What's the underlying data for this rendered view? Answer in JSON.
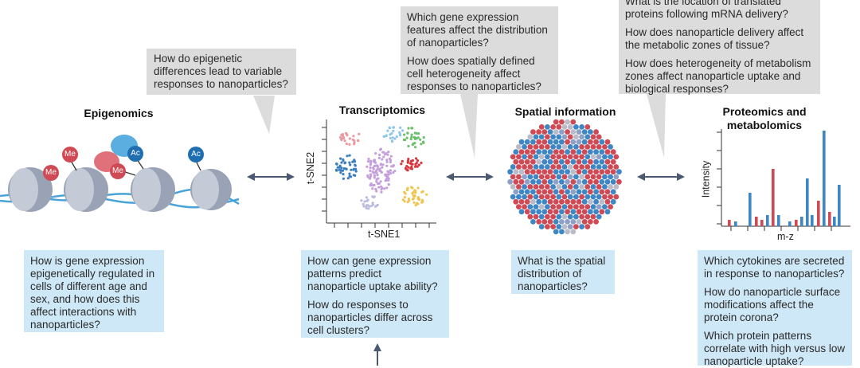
{
  "sections": {
    "epigenomics": {
      "title": "Epigenomics",
      "question": "How do epigenetic differences lead to variable responses to nanoparticles?",
      "answer": "How is gene expression epigenetically regulated in cells of different age and sex, and how does this affect interactions with nanoparticles?",
      "marks": [
        "Me",
        "Me",
        "Me",
        "Ac",
        "Ac"
      ]
    },
    "transcriptomics": {
      "title": "Transcriptomics",
      "xlabel": "t-SNE1",
      "ylabel": "t-SNE2",
      "questions": [
        "Which gene expression features affect the distribution of nanoparticles?",
        "How does spatially defined cell heterogeneity affect responses to nanoparticles?"
      ],
      "answers": [
        "How can gene expression patterns predict nanoparticle uptake ability?",
        "How do responses to nanoparticles differ across cell clusters?"
      ]
    },
    "spatial": {
      "title": "Spatial information",
      "answer": "What is the spatial distribution of nanoparticles?"
    },
    "proteomics": {
      "title": "Proteomics and metabolomics",
      "xlabel": "m-z",
      "ylabel": "Intensity",
      "questions": [
        "What is the location of translated proteins following mRNA delivery?",
        "How does nanoparticle delivery affect the metabolic zones of tissue?",
        "How does heterogeneity of metabolism zones affect nanoparticle uptake and biological responses?"
      ],
      "answers": [
        "Which cytokines are secreted in response to nanoparticles?",
        "How do nanoparticle surface modifications affect the protein corona?",
        "Which protein patterns correlate with high versus low nanoparticle uptake?"
      ]
    }
  },
  "colors": {
    "red": "#cf4a55",
    "blue": "#3f86c4",
    "grey": "#b9bcc8",
    "question_bg": "#dcdcdc",
    "answer_bg": "#cfe8f7",
    "arrow": "#4a5a72"
  }
}
